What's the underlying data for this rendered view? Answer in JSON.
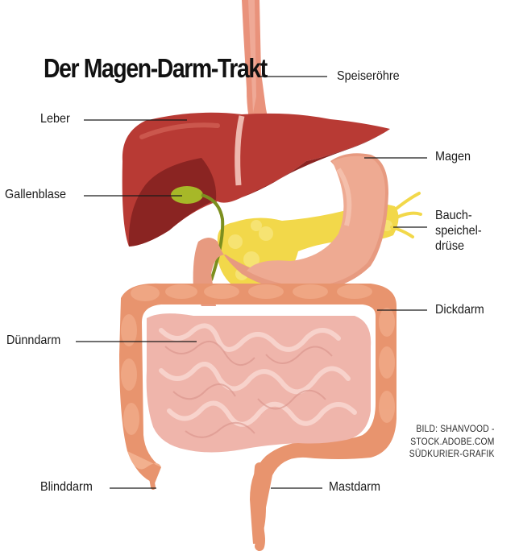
{
  "title": "Der Magen-Darm-Trakt",
  "labels": {
    "speiseroehre": "Speiseröhre",
    "leber": "Leber",
    "magen": "Magen",
    "gallenblase": "Gallenblase",
    "bauchspeicheldruese": [
      "Bauch-",
      "speichel-",
      "drüse"
    ],
    "dickdarm": "Dickdarm",
    "duenndarm": "Dünndarm",
    "blinddarm": "Blinddarm",
    "mastdarm": "Mastdarm"
  },
  "credit": [
    "BILD: SHANVOOD -",
    "STOCK.ADOBE.COM",
    "SÜDKURIER-GRAFIK"
  ],
  "colors": {
    "liver": "#b83a34",
    "liver_dark": "#8a2422",
    "stomach": "#e79a80",
    "pancreas": "#f2d84a",
    "gallbladder": "#a7b828",
    "colon": "#e8946e",
    "small_intestine": "#efb5ab",
    "esophagus": "#e9927b"
  }
}
